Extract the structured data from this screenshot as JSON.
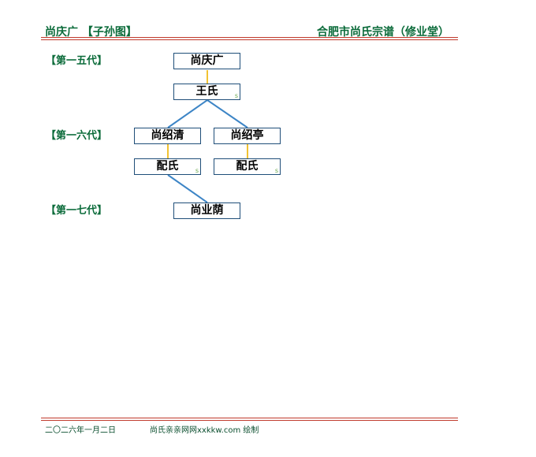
{
  "header": {
    "title": "尚庆广  【子孙图】",
    "lineage": "合肥市尚氏宗谱（修业堂）"
  },
  "generations": [
    {
      "label": "【第一五代】"
    },
    {
      "label": "【第一六代】"
    },
    {
      "label": "【第一七代】"
    }
  ],
  "people": {
    "root": "尚庆广",
    "root_spouse": "王氏",
    "son1": "尚绍清",
    "son2": "尚绍亭",
    "son1_spouse": "配氏",
    "son2_spouse": "配氏",
    "grandson": "尚业荫"
  },
  "spouse_mark": "s",
  "colors": {
    "header_text": "#0b6b3a",
    "rule": "#c0392b",
    "node_border": "#1f4e79",
    "spouse_link": "#f1c232",
    "child_link": "#3d85c6"
  },
  "footer": {
    "date": "二〇二六年一月二日",
    "credit": "尚氏亲亲网网xxkkw.com 绘制"
  }
}
